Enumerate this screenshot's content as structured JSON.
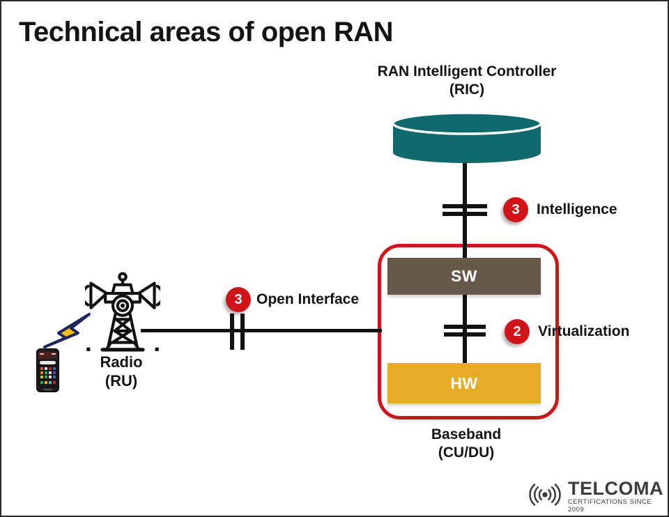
{
  "slide": {
    "title": "Technical areas of open RAN"
  },
  "ric": {
    "name": "RAN Intelligent Controller",
    "abbr": "(RIC)"
  },
  "stack": {
    "sw": "SW",
    "hw": "HW"
  },
  "baseband": {
    "name": "Baseband",
    "abbr": "(CU/DU)"
  },
  "radio": {
    "name": "Radio",
    "abbr": "(RU)"
  },
  "annotations": {
    "open_interface": {
      "number": "3",
      "label": "Open Interface"
    },
    "virtualization": {
      "number": "2",
      "label": "Virtualization"
    },
    "intelligence": {
      "number": "3",
      "label": "Intelligence"
    }
  },
  "logo": {
    "brand": "TELCOMA",
    "tagline": "CERTIFICATIONS SINCE 2009"
  },
  "colors": {
    "teal": "#0e6a6c",
    "red": "#d11419",
    "brown": "#665948",
    "amber": "#e7ab25",
    "ink": "#141414",
    "bolt_yellow": "#f2bd0e",
    "bolt_outline": "#1d2560"
  }
}
